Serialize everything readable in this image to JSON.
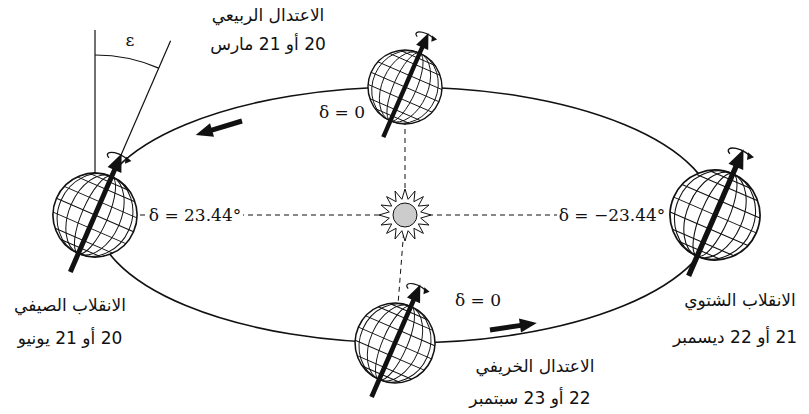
{
  "diagram": {
    "labels": [
      "الاعتدال الربيعي",
      "20 أو 21 مارس",
      "δ = 0",
      "δ = 23.44°",
      "الانقلاب الصيفي",
      "20 أو 21 يونيو",
      "δ = −23.44°",
      "الانقلاب الشتوي",
      "21 أو 22 ديسمبر",
      "δ = 0",
      "الاعتدال الخريفي",
      "22 أو 23 سبتمبر",
      "ε"
    ]
  }
}
